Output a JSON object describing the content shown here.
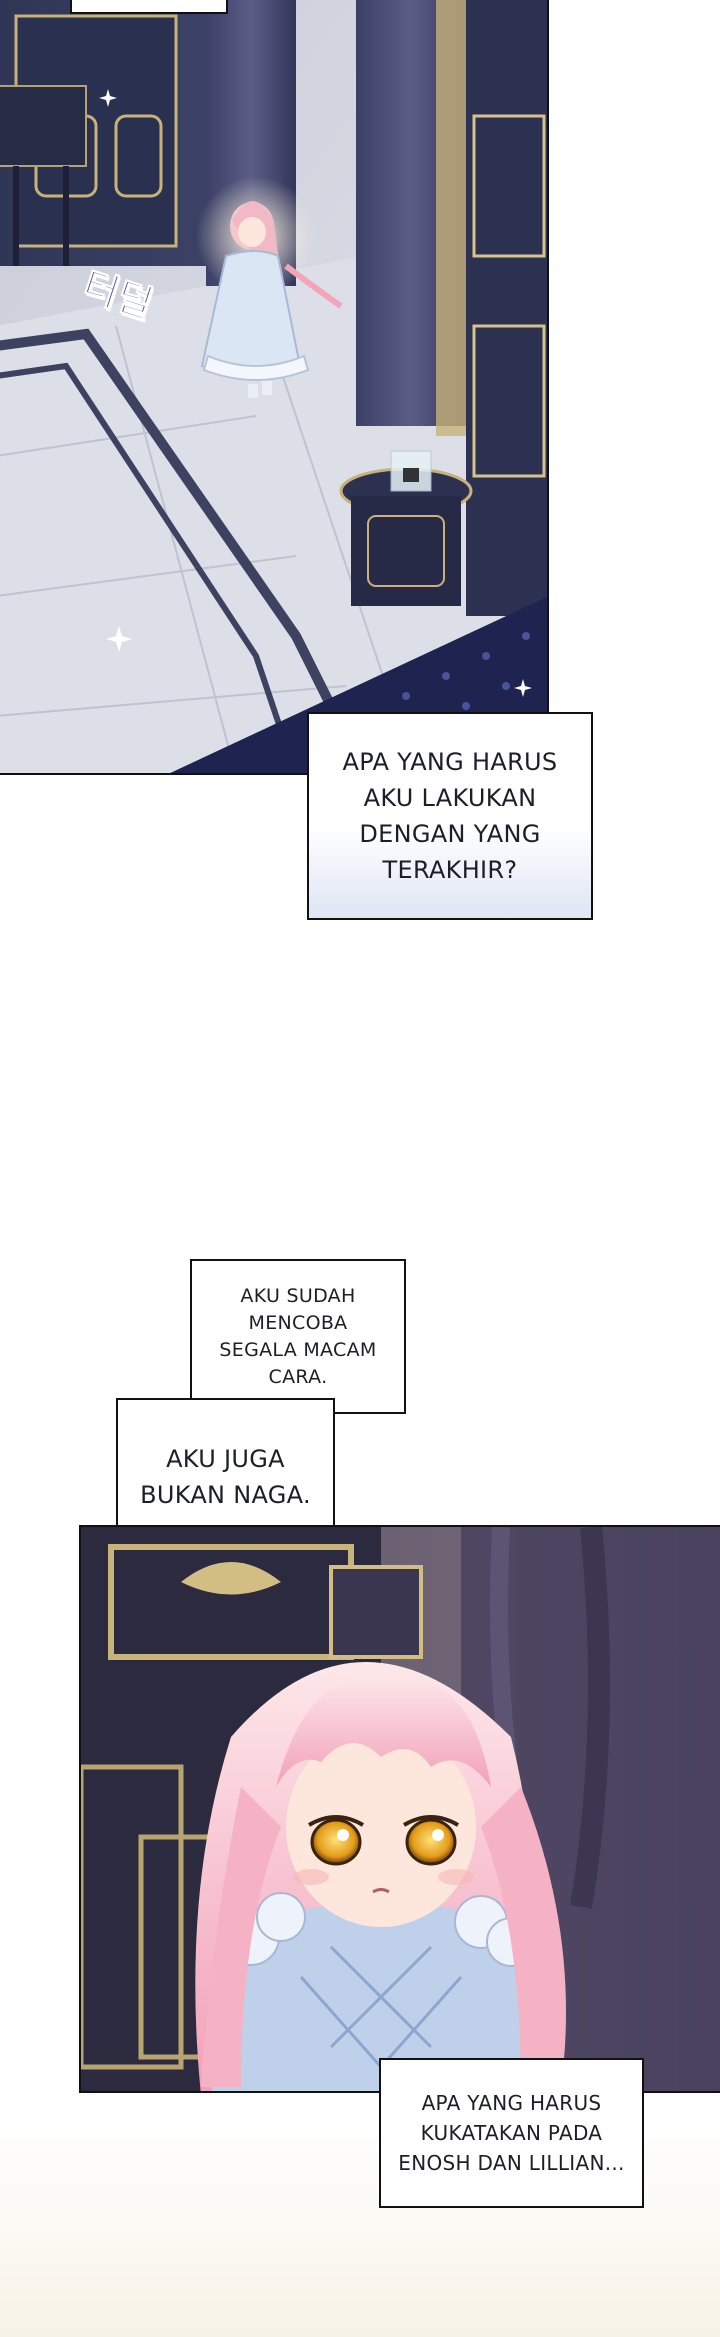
{
  "sfx": {
    "text": "터덜"
  },
  "captions": {
    "c1": "APA YANG HARUS\nAKU LAKUKAN\nDENGAN YANG\nTERAKHIR?",
    "c2": "AKU SUDAH\nMENCOBA\nSEGALA MACAM\nCARA.",
    "c3": "AKU JUGA\nBUKAN NAGA.",
    "c4": "APA YANG HARUS\nKUKATAKAN PADA\nENOSH DAN LILLIAN..."
  }
}
